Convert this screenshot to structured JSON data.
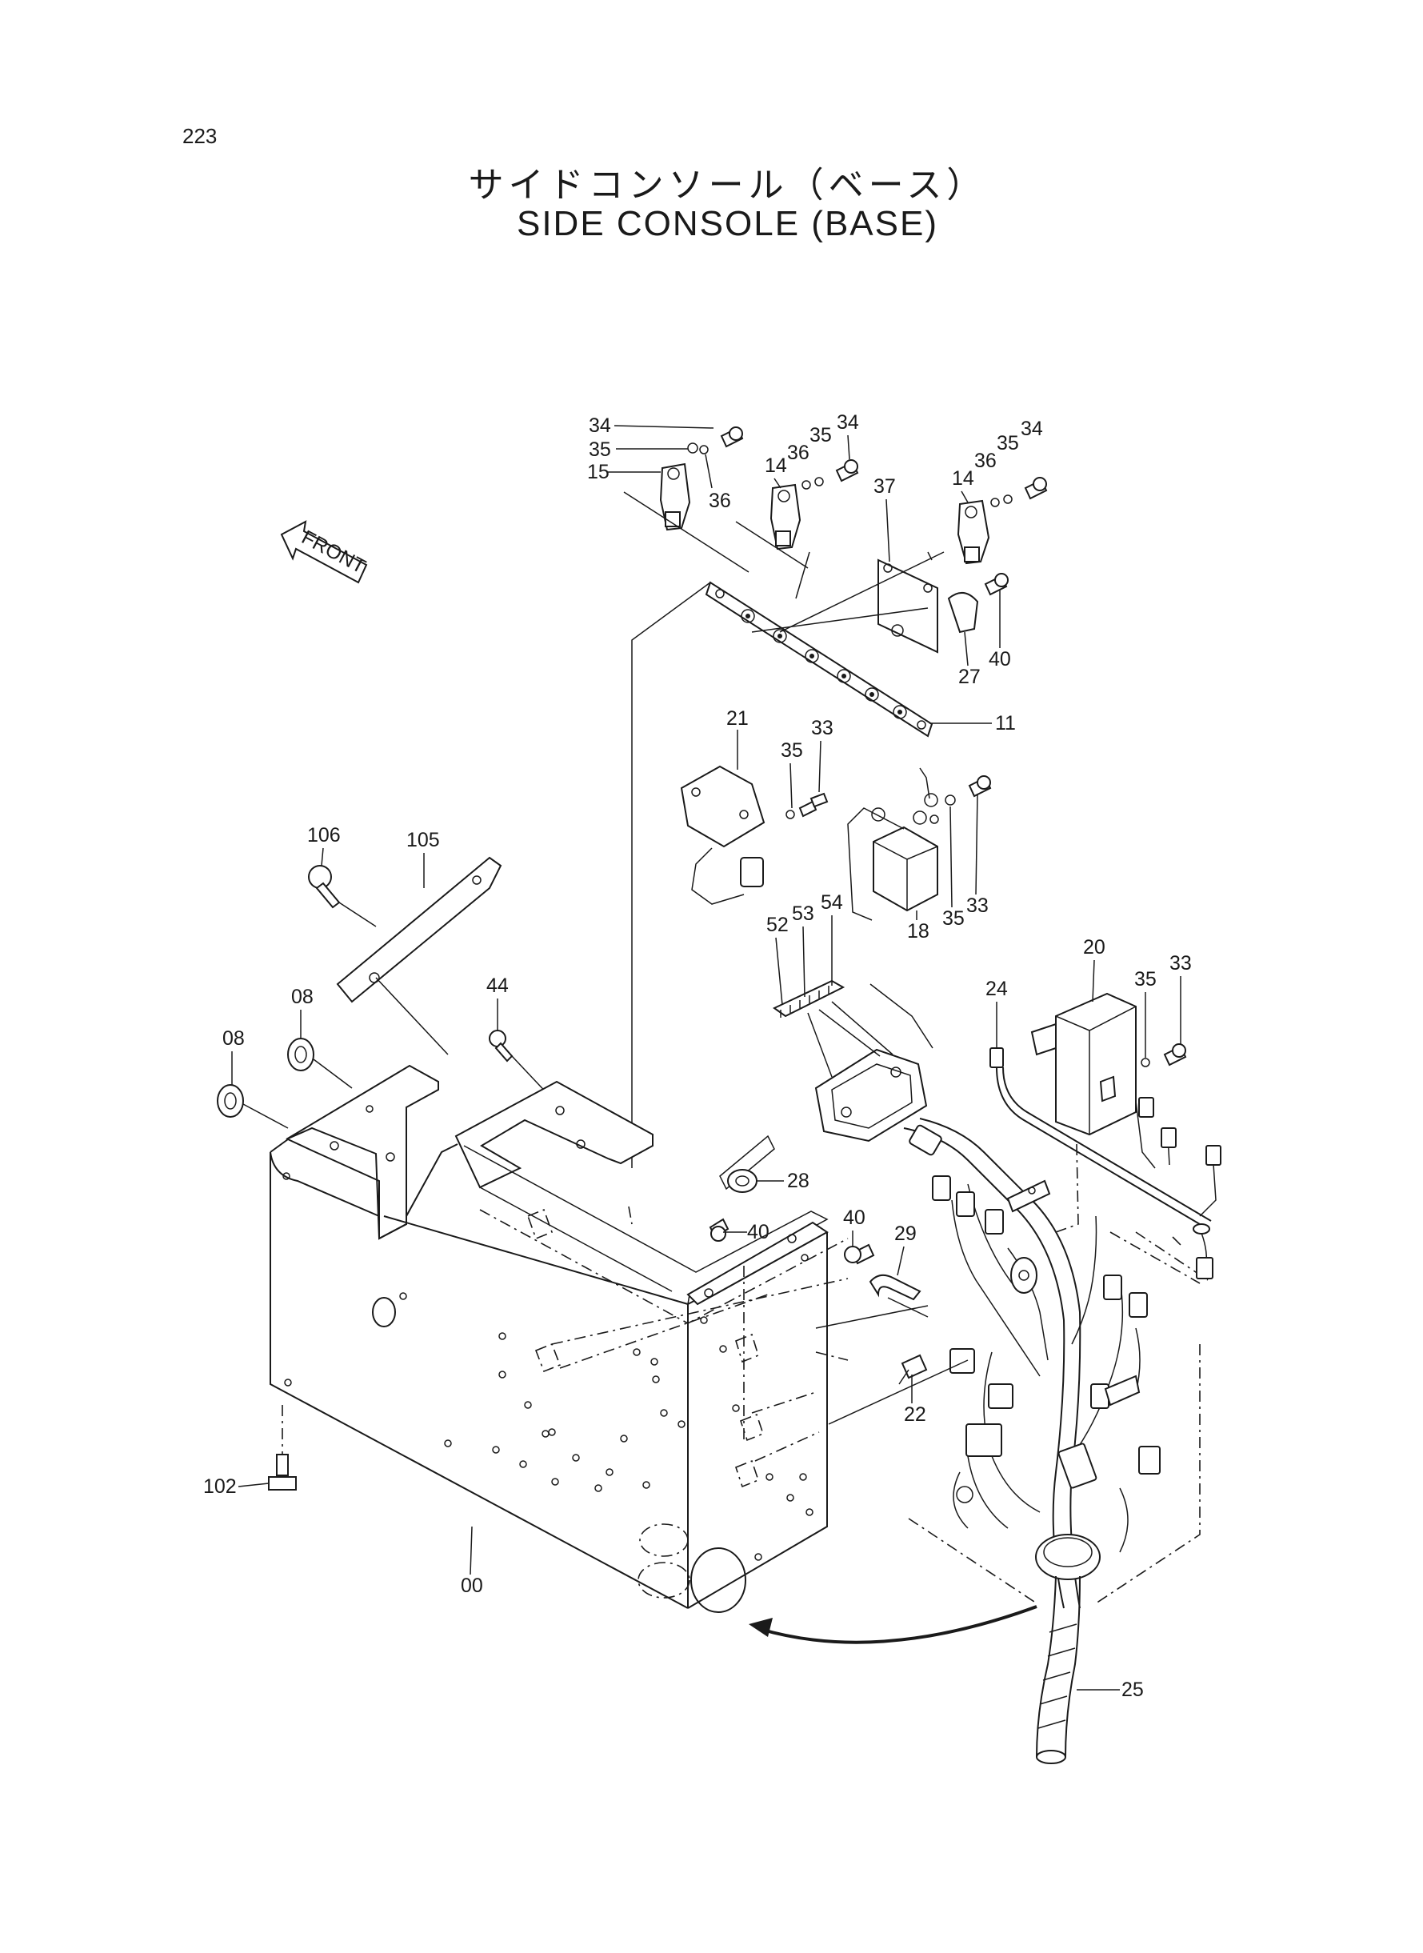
{
  "page_number": "223",
  "title_jp": "サイドコンソール（ベース）",
  "title_en": "SIDE CONSOLE (BASE)",
  "front_arrow_label": "FRONT",
  "callouts": {
    "c34a": "34",
    "c35a": "35",
    "c15": "15",
    "c36a": "36",
    "c14a": "14",
    "c36b": "36",
    "c35b": "35",
    "c34b": "34",
    "c37": "37",
    "c14b": "14",
    "c36c": "36",
    "c35c": "35",
    "c34c": "34",
    "c40a": "40",
    "c27": "27",
    "c11": "11",
    "c21": "21",
    "c35d": "35",
    "c33a": "33",
    "c35e": "35",
    "c33b": "33",
    "c18": "18",
    "c106": "106",
    "c105": "105",
    "c08a": "08",
    "c08b": "08",
    "c44": "44",
    "c52": "52",
    "c53": "53",
    "c54": "54",
    "c20": "20",
    "c24": "24",
    "c35f": "35",
    "c33c": "33",
    "c28": "28",
    "c40b": "40",
    "c40c": "40",
    "c29": "29",
    "c22": "22",
    "c102": "102",
    "c00": "00",
    "c25": "25"
  }
}
